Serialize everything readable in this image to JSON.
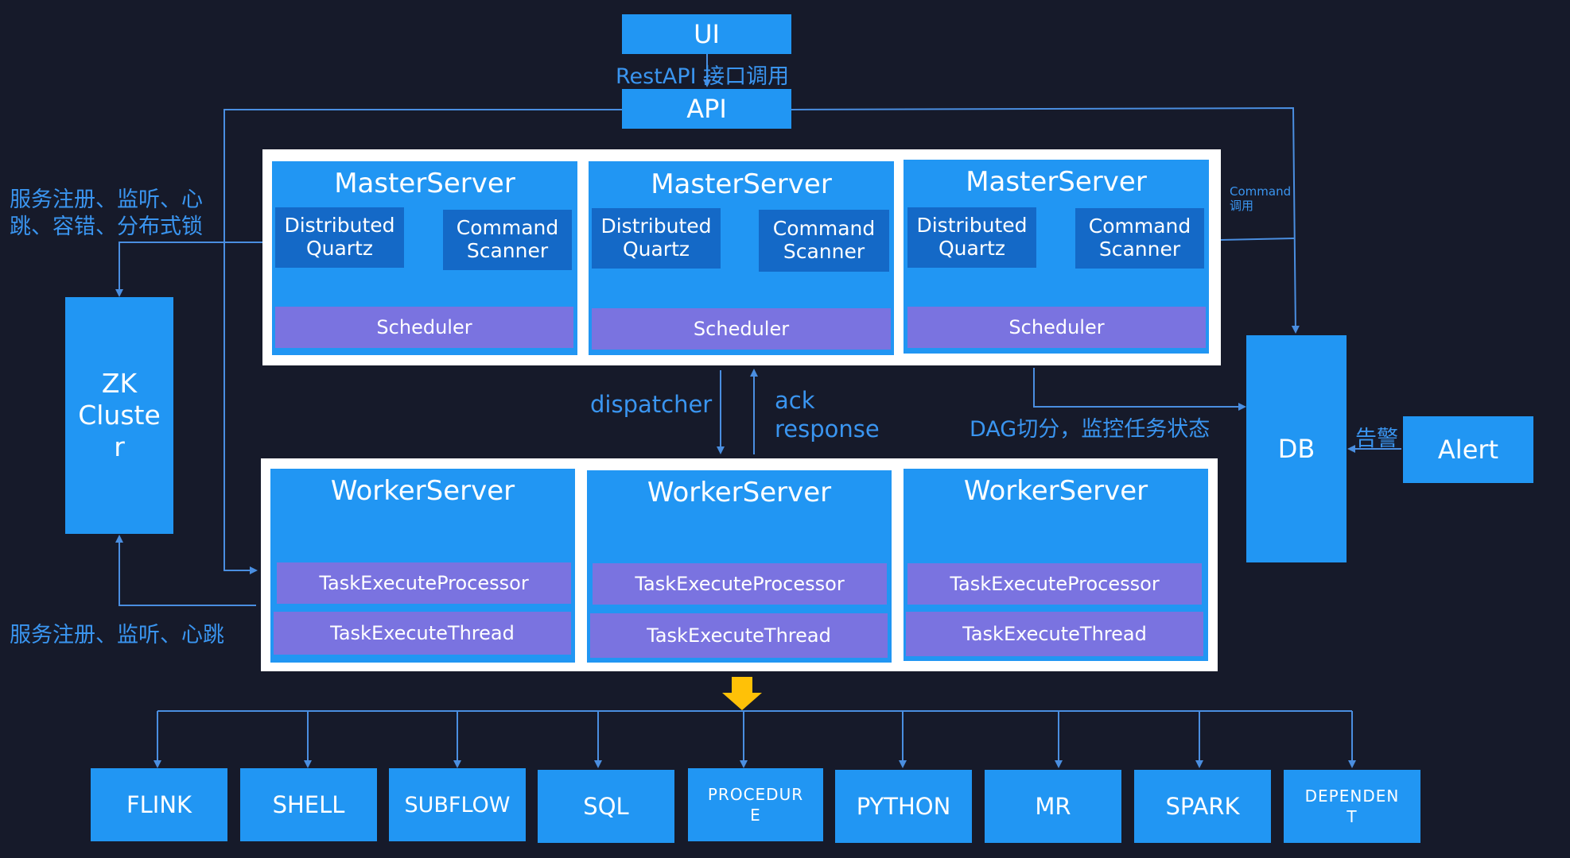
{
  "top": {
    "ui": "UI",
    "api": "API",
    "restapi_label": "RestAPI 接口调用"
  },
  "left_labels": {
    "zk_register": "服务注册、监听、心跳、容错、分布式锁",
    "zk_register_line1": "服务注册、监听、心",
    "zk_register_line2": "跳、容错、分布式锁",
    "zk_heartbeat": "服务注册、监听、心跳"
  },
  "zk": {
    "line1": "ZK",
    "line2": "Cluste",
    "line3": "r"
  },
  "masters": [
    {
      "title": "MasterServer",
      "quartz_line1": "Distributed",
      "quartz_line2": "Quartz",
      "scanner_line1": "Command",
      "scanner_line2": "Scanner",
      "scheduler": "Scheduler"
    },
    {
      "title": "MasterServer",
      "quartz_line1": "Distributed",
      "quartz_line2": "Quartz",
      "scanner_line1": "Command",
      "scanner_line2": "Scanner",
      "scheduler": "Scheduler"
    },
    {
      "title": "MasterServer",
      "quartz_line1": "Distributed",
      "quartz_line2": "Quartz",
      "scanner_line1": "Command",
      "scanner_line2": "Scanner",
      "scheduler": "Scheduler"
    }
  ],
  "middle": {
    "dispatcher": "dispatcher",
    "ack_line1": "ack",
    "ack_line2": "response",
    "dag": "DAG切分，监控任务状态"
  },
  "workers": [
    {
      "title": "WorkerServer",
      "processor": "TaskExecuteProcessor",
      "thread": "TaskExecuteThread"
    },
    {
      "title": "WorkerServer",
      "processor": "TaskExecuteProcessor",
      "thread": "TaskExecuteThread"
    },
    {
      "title": "WorkerServer",
      "processor": "TaskExecuteProcessor",
      "thread": "TaskExecuteThread"
    }
  ],
  "right": {
    "command_line1": "Command",
    "command_line2": "调用",
    "db": "DB",
    "alert": "Alert",
    "alarm": "告警"
  },
  "tasks": [
    {
      "line1": "FLINK",
      "line2": ""
    },
    {
      "line1": "SHELL",
      "line2": ""
    },
    {
      "line1": "SUBFLOW",
      "line2": ""
    },
    {
      "line1": "SQL",
      "line2": ""
    },
    {
      "line1": "PROCEDUR",
      "line2": "E"
    },
    {
      "line1": "PYTHON",
      "line2": ""
    },
    {
      "line1": "MR",
      "line2": ""
    },
    {
      "line1": "SPARK",
      "line2": ""
    },
    {
      "line1": "DEPENDEN",
      "line2": "T"
    }
  ],
  "colors": {
    "background": "#161a2a",
    "box": "#2196f3",
    "inner": "#1469c7",
    "purple": "#7a73e0",
    "label": "#3a95f0",
    "arrow_line": "#4a8ee0",
    "yellow": "#ffc107"
  }
}
